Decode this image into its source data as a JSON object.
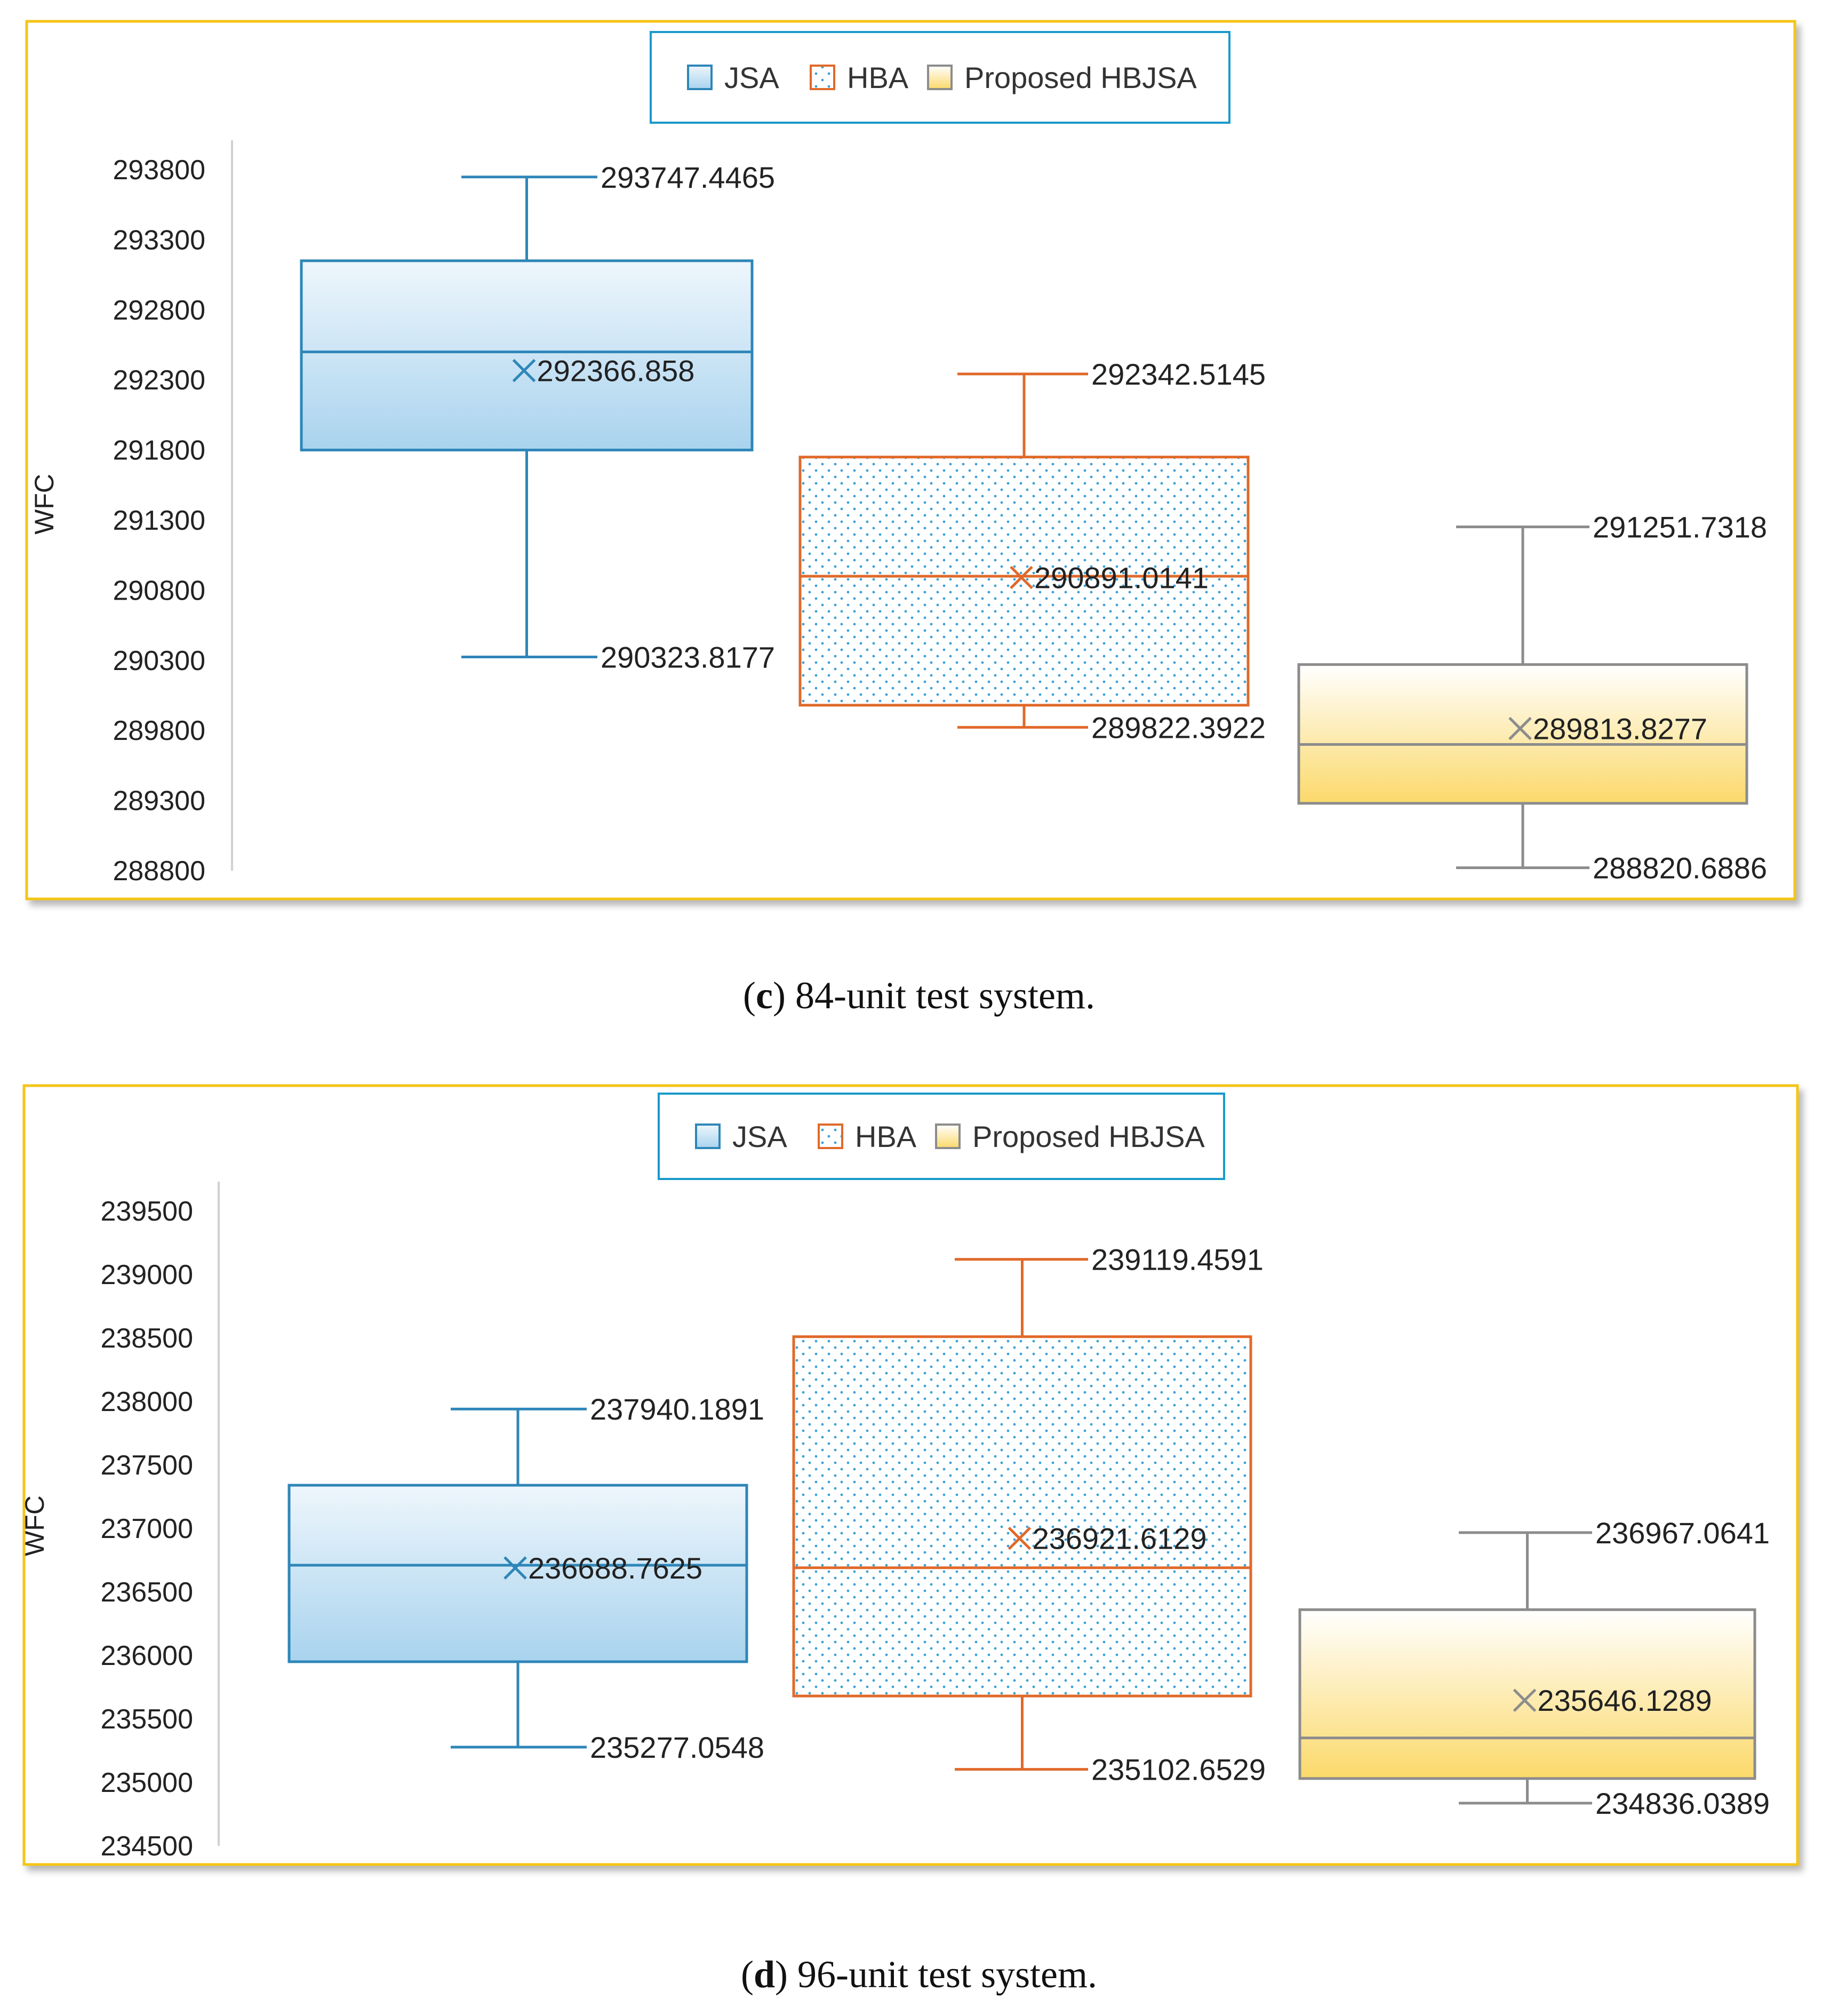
{
  "chart_data": [
    {
      "type": "box",
      "panel": "c",
      "caption_letter": "c",
      "caption_text": "84-unit test system.",
      "ylabel": "WFC",
      "ylim": [
        288800,
        293800
      ],
      "yticks": [
        293800,
        293300,
        292800,
        292300,
        291800,
        291300,
        290800,
        290300,
        289800,
        289300,
        288800
      ],
      "legend": [
        "JSA",
        "HBA",
        "Proposed HBJSA"
      ],
      "series": [
        {
          "name": "JSA",
          "max": 293747.4465,
          "q3": 293150,
          "median": 292500,
          "q1": 291800,
          "min": 290323.8177,
          "mean": 292366.858,
          "labels": {
            "max": "293747.4465",
            "mean": "292366.858",
            "min": "290323.8177"
          }
        },
        {
          "name": "HBA",
          "max": 292342.5145,
          "q3": 291750,
          "median": 290900,
          "q1": 289980,
          "min": 289822.3922,
          "mean": 290891.0141,
          "labels": {
            "max": "292342.5145",
            "mean": "290891.0141",
            "min": "289822.3922"
          }
        },
        {
          "name": "Proposed HBJSA",
          "max": 291251.7318,
          "q3": 290270,
          "median": 289700,
          "q1": 289280,
          "min": 288820.6886,
          "mean": 289813.8277,
          "labels": {
            "max": "291251.7318",
            "mean": "289813.8277",
            "min": "288820.6886"
          }
        }
      ]
    },
    {
      "type": "box",
      "panel": "d",
      "caption_letter": "d",
      "caption_text": "96-unit test system.",
      "ylabel": "WFC",
      "ylim": [
        234500,
        239500
      ],
      "yticks": [
        239500,
        239000,
        238500,
        238000,
        237500,
        237000,
        236500,
        236000,
        235500,
        235000,
        234500
      ],
      "legend": [
        "JSA",
        "HBA",
        "Proposed HBJSA"
      ],
      "series": [
        {
          "name": "JSA",
          "max": 237940.1891,
          "q3": 237340,
          "median": 236710,
          "q1": 235950,
          "min": 235277.0548,
          "mean": 236688.7625,
          "labels": {
            "max": "237940.1891",
            "mean": "236688.7625",
            "min": "235277.0548"
          }
        },
        {
          "name": "HBA",
          "max": 239119.4591,
          "q3": 238510,
          "median": 236690,
          "q1": 235680,
          "min": 235102.6529,
          "mean": 236921.6129,
          "labels": {
            "max": "239119.4591",
            "mean": "236921.6129",
            "min": "235102.6529"
          }
        },
        {
          "name": "Proposed HBJSA",
          "max": 236967.0641,
          "q3": 236360,
          "median": 235350,
          "q1": 235030,
          "min": 234836.0389,
          "mean": 235646.1289,
          "labels": {
            "max": "236967.0641",
            "mean": "235646.1289",
            "min": "234836.0389"
          }
        }
      ]
    }
  ],
  "colors": {
    "frame": "#F5C518",
    "legend_border": "#1A9AC9",
    "jsa_stroke": "#2E86B8",
    "hba_stroke": "#E0692A",
    "hbjsa_stroke": "#8C8C8C",
    "axis": "#D0D0D0"
  }
}
